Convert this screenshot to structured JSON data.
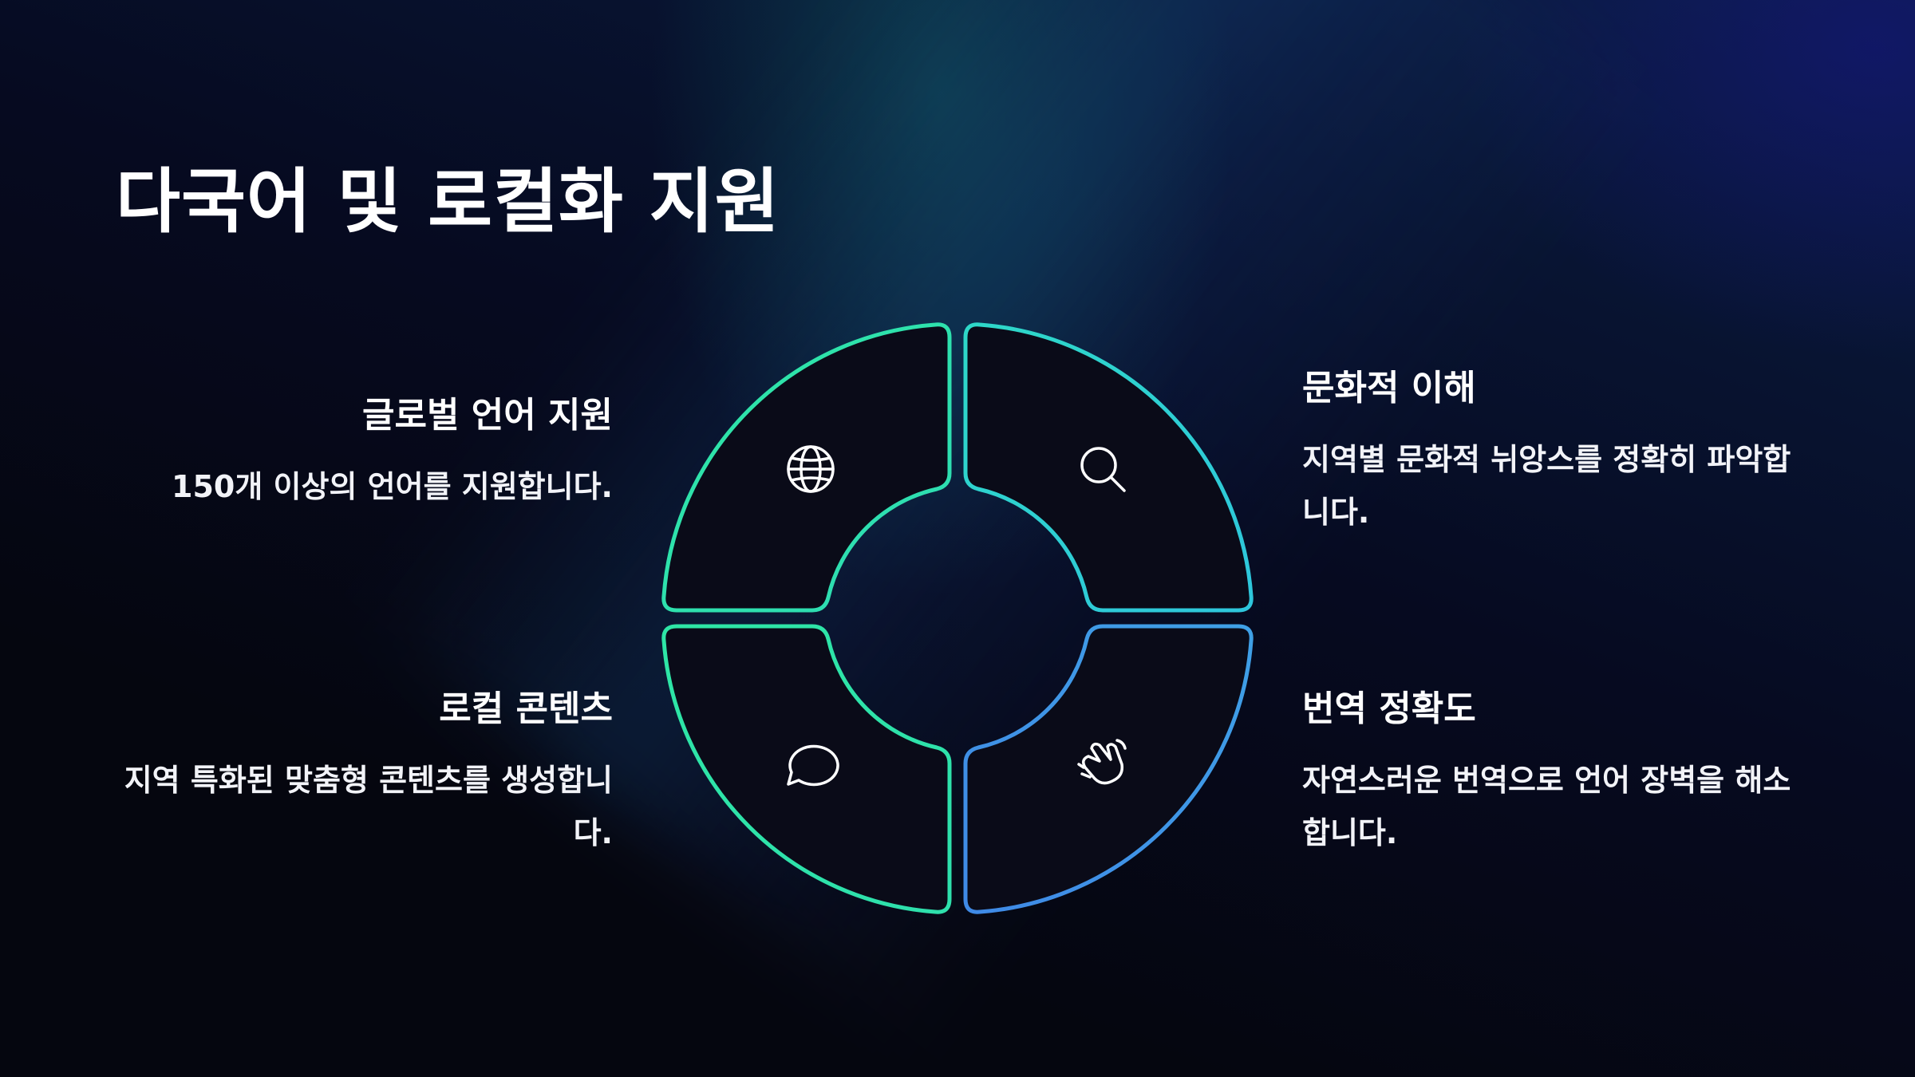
{
  "title": "다국어 및 로컬화 지원",
  "colors": {
    "segment_green": "#2ee6a6",
    "segment_cyan": "#2ed3d6",
    "segment_blue": "#3f92e6",
    "segment_fill": "#0a0b18",
    "background": "#05060f"
  },
  "items": [
    {
      "id": "global-language",
      "heading": "글로벌 언어 지원",
      "description": "150개 이상의 언어를 지원합니다.",
      "icon": "globe-icon"
    },
    {
      "id": "cultural-understanding",
      "heading": "문화적 이해",
      "description": "지역별 문화적 뉘앙스를 정확히 파악합니다.",
      "icon": "search-icon"
    },
    {
      "id": "local-content",
      "heading": "로컬 콘텐츠",
      "description": "지역 특화된 맞춤형 콘텐츠를 생성합니다.",
      "icon": "speech-bubble-icon"
    },
    {
      "id": "translation-accuracy",
      "heading": "번역 정확도",
      "description": "자연스러운 번역으로 언어 장벽을 해소합니다.",
      "icon": "waving-hand-icon"
    }
  ]
}
